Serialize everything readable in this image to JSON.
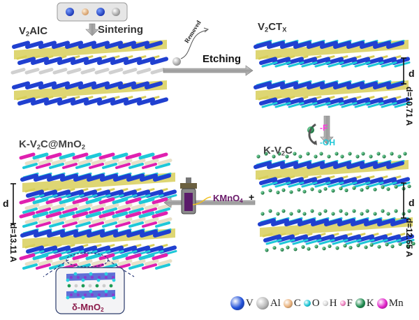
{
  "figure": {
    "stages": {
      "v2alc": {
        "label_main": "V",
        "label_sub": "2",
        "label_tail": "AlC"
      },
      "v2ctx": {
        "label_main": "V",
        "label_sub": "2",
        "label_mid": "CT",
        "label_sub2": "X"
      },
      "kv2c": {
        "label_main": "K-V",
        "label_sub": "2",
        "label_tail": "C"
      },
      "kv2c_mno2": {
        "label_main": "K-V",
        "label_sub": "2",
        "label_mid": "C@MnO",
        "label_sub2": "2"
      }
    },
    "steps": {
      "sintering": "Sintering",
      "etching": "Etching",
      "removed": "Removed",
      "kmno4_main": "KMnO",
      "kmno4_sub": "4",
      "plus": "+",
      "k_plus": "+",
      "f_group": "-F",
      "oh_group": "-OH"
    },
    "spacings": {
      "d_symbol": "d",
      "v2ctx": "d=10.71 A",
      "kv2c": "d=12.65 A",
      "kv2c_mno2": "d=13.11 A"
    },
    "inset": {
      "label_main": "δ-MnO",
      "label_sub": "2"
    },
    "precursor_atoms": [
      "V",
      "C",
      "V",
      "Al"
    ],
    "legend": [
      {
        "symbol": "V",
        "color": "#1f4fd8"
      },
      {
        "symbol": "Al",
        "color": "#b8b8b8"
      },
      {
        "symbol": "C",
        "color": "#e8b07a"
      },
      {
        "symbol": "O",
        "color": "#19c6d6"
      },
      {
        "symbol": "H",
        "color": "#d8d8d8"
      },
      {
        "symbol": "F",
        "color": "#f07fc0"
      },
      {
        "symbol": "K",
        "color": "#1e8a4e"
      },
      {
        "symbol": "Mn",
        "color": "#e020c8"
      }
    ],
    "colors": {
      "vanadium": "#2040d0",
      "carbon_layer": "#d8cf5a",
      "aluminum": "#d0d0d0",
      "oxygen": "#1ec8d8",
      "manganese": "#e020b0",
      "potassium": "#1e9a55",
      "fluorine": "#ff44dd",
      "hydroxyl": "#22c8d8",
      "kmno4_text": "#6a1a6a",
      "inset_title": "#8a1a4a",
      "arrow": "#a8a8a8"
    }
  }
}
